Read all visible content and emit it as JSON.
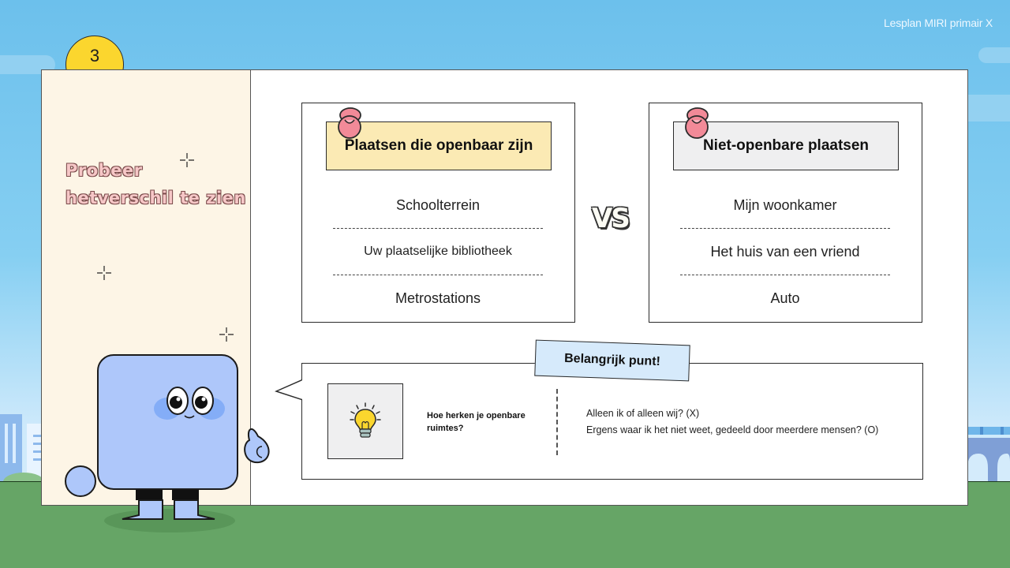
{
  "header": {
    "title": "Lesplan MIRI primair X"
  },
  "slide": {
    "number": "3"
  },
  "left_panel": {
    "title_line1": "Probeer",
    "title_line2": "hetverschil te zien"
  },
  "public_card": {
    "title": "Plaatsen die openbaar zijn",
    "header_color": "#fbeab4",
    "items": [
      "Schoolterrein",
      "Uw plaatselijke bibliotheek",
      "Metrostations"
    ]
  },
  "vs_label": "VS",
  "private_card": {
    "title": "Niet-openbare plaatsen",
    "header_color": "#efeff0",
    "items": [
      "Mijn woonkamer",
      "Het huis van een vriend",
      "Auto"
    ]
  },
  "important": {
    "tag": "Belangrijk punt!",
    "icon": "lightbulb-icon",
    "question": "Hoe herken je openbare ruimtes?",
    "answers": [
      "Alleen ik of alleen wij? (X)",
      "Ergens waar ik het niet weet, gedeeld door meerdere mensen? (O)"
    ]
  },
  "colors": {
    "sky": "#6cc0ec",
    "ground": "#66a566",
    "badge": "#fbd62e",
    "pin": "#f28a98",
    "mascot": "#aec7fa",
    "tag": "#d6eafb"
  }
}
